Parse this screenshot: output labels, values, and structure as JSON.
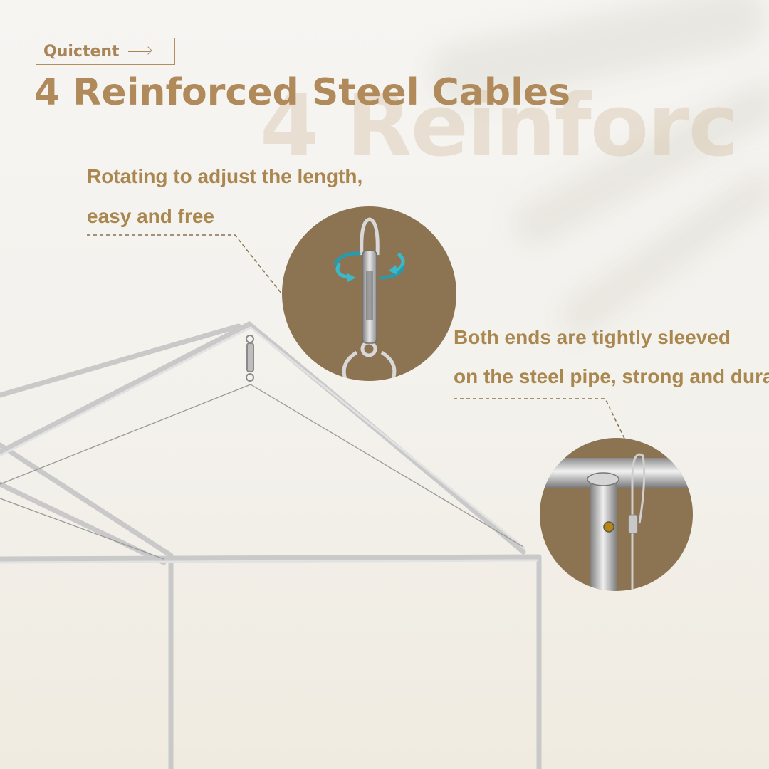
{
  "brand": {
    "name": "Quictent"
  },
  "headline": {
    "text": "4 Reinforced Steel Cables",
    "watermark": "4 Reinforc"
  },
  "callouts": {
    "adjust_line1": "Rotating to adjust the length,",
    "adjust_line2": "easy and free",
    "ends_line1": "Both ends are tightly sleeved",
    "ends_line2": "on the steel pipe, strong and durable"
  },
  "colors": {
    "accent": "#b08a5a",
    "circle_bg": "#8c7352",
    "background": "#f5f3ef"
  },
  "icons": {
    "brand_arrow": "arrow-right-icon",
    "rotation": "rotate-arrows-icon"
  }
}
